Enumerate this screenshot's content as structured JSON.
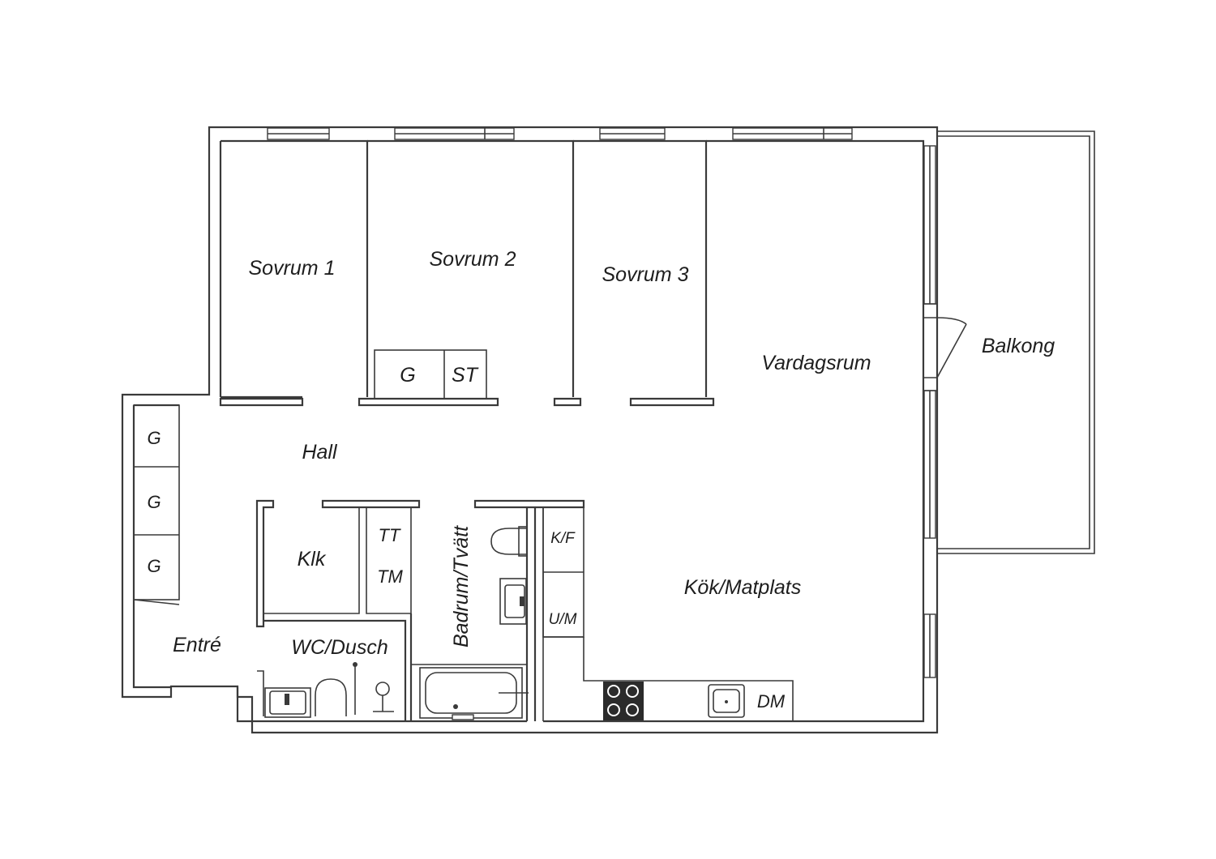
{
  "floorplan": {
    "rooms": {
      "sovrum1": "Sovrum 1",
      "sovrum2": "Sovrum 2",
      "sovrum3": "Sovrum 3",
      "vardagsrum": "Vardagsrum",
      "balkong": "Balkong",
      "hall": "Hall",
      "klk": "Klk",
      "entre": "Entré",
      "wc_dusch": "WC/Dusch",
      "badrum_tvatt": "Badrum/Tvätt",
      "kok_matplats": "Kök/Matplats"
    },
    "fixtures": {
      "sovrum2_closet": "G",
      "sovrum2_storage": "ST",
      "hall_closet_1": "G",
      "hall_closet_2": "G",
      "hall_closet_3": "G",
      "tumble_dryer": "TT",
      "washing_machine": "TM",
      "fridge_freezer": "K/F",
      "oven_microwave": "U/M",
      "dishwasher": "DM"
    }
  }
}
